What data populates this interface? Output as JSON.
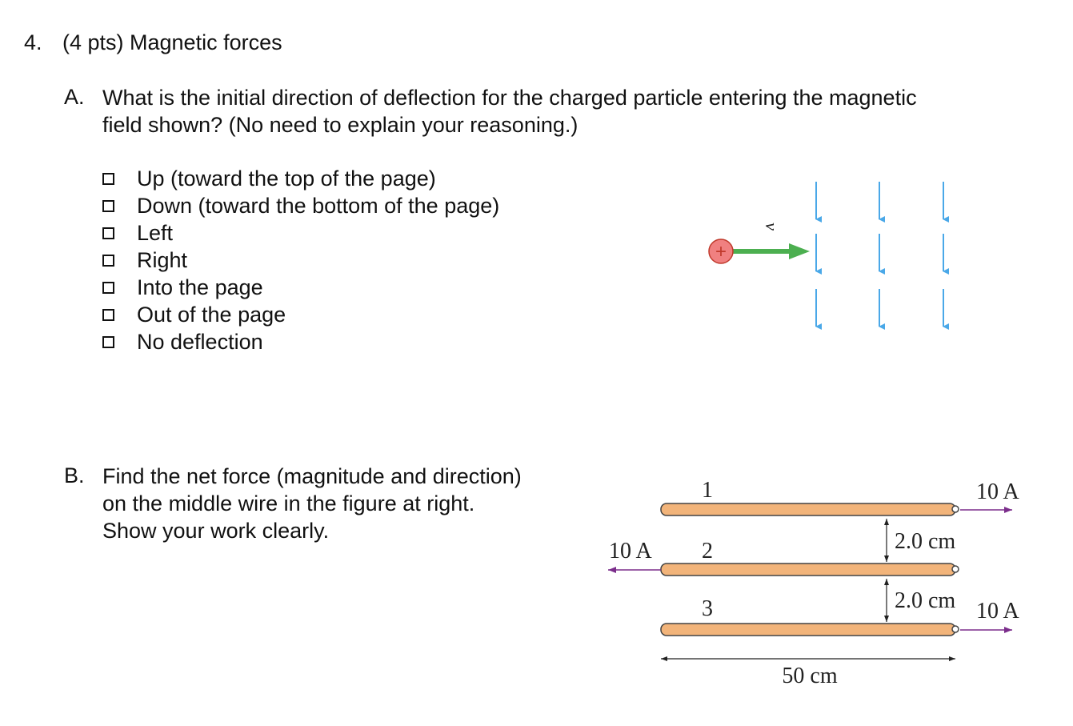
{
  "question": {
    "number": "4.",
    "title": "(4 pts) Magnetic forces"
  },
  "part_a": {
    "label": "A.",
    "text_line1": "What is the initial direction of deflection for the charged particle entering the magnetic",
    "text_line2": "field shown? (No need to explain your reasoning.)",
    "options": [
      "Up (toward the top of the page)",
      "Down (toward the bottom of the page)",
      "Left",
      "Right",
      "Into the page",
      "Out of the page",
      "No deflection"
    ],
    "figure": {
      "velocity_label": "v",
      "charge_symbol": "+",
      "colors": {
        "field_arrows": "#4aa8e8",
        "velocity_arrow": "#4caf50",
        "charge_fill": "#f08080",
        "charge_stroke": "#c0392b"
      }
    }
  },
  "part_b": {
    "label": "B.",
    "text_line1": "Find the net force (magnitude and direction)",
    "text_line2": "on the middle wire in the figure at right.",
    "text_line3": "Show your work clearly.",
    "figure": {
      "wire1_label": "1",
      "wire2_label": "2",
      "wire3_label": "3",
      "current1": "10 A",
      "current2": "10 A",
      "current3": "10 A",
      "spacing_12": "2.0 cm",
      "spacing_23": "2.0 cm",
      "length": "50 cm",
      "colors": {
        "wire_fill": "#f2b47a",
        "wire_stroke": "#444444",
        "current_arrow": "#7b2d8b"
      }
    }
  }
}
